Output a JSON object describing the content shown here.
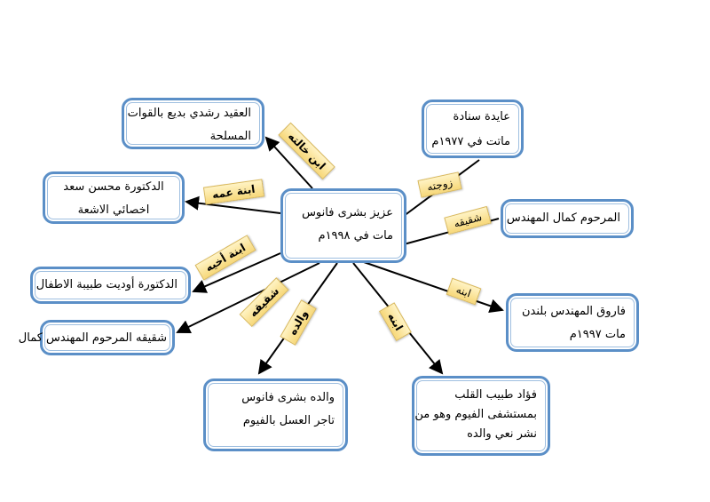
{
  "center": {
    "line1": "عزيز بشرى فانوس",
    "line2": "مات في ١٩٩٨م"
  },
  "nodes": {
    "rushdi": {
      "line1": "العقيد رشدي بديع بالقوات",
      "line2": "المسلحة",
      "relation": "ابن خالته"
    },
    "mohsen": {
      "line1": "الدكتورة محسن سعد",
      "line2": "اخصائي الاشعة",
      "relation": "ابنة عمه"
    },
    "odette": {
      "line1": "الدكتورة أوديت طبيبة الاطفال",
      "relation": "ابنة أخيه"
    },
    "brother_left": {
      "line1": "شقيقه المرحوم المهندس كمال",
      "relation": "شقيقه"
    },
    "father": {
      "line1": "والده بشرى فانوس",
      "line2": "تاجر العسل بالفيوم",
      "relation": "والده"
    },
    "fouad": {
      "line1": "فؤاد طبيب القلب",
      "line2": "بمستشفى الفيوم وهو من",
      "line3": "نشر نعي والده",
      "relation": "ابنه"
    },
    "farouk": {
      "line1": "فاروق المهندس بلندن",
      "line2": "مات ١٩٩٧م",
      "relation": "ابنه"
    },
    "kamal": {
      "line1": "المرحوم كمال المهندس",
      "relation": "شقيقه"
    },
    "aida": {
      "line1": "عايدة سنادة",
      "line2": "ماتت في ١٩٧٧م",
      "relation": "زوجته"
    }
  },
  "colors": {
    "box_border": "#5b8fc7",
    "label_fill": "#f7d87a"
  }
}
